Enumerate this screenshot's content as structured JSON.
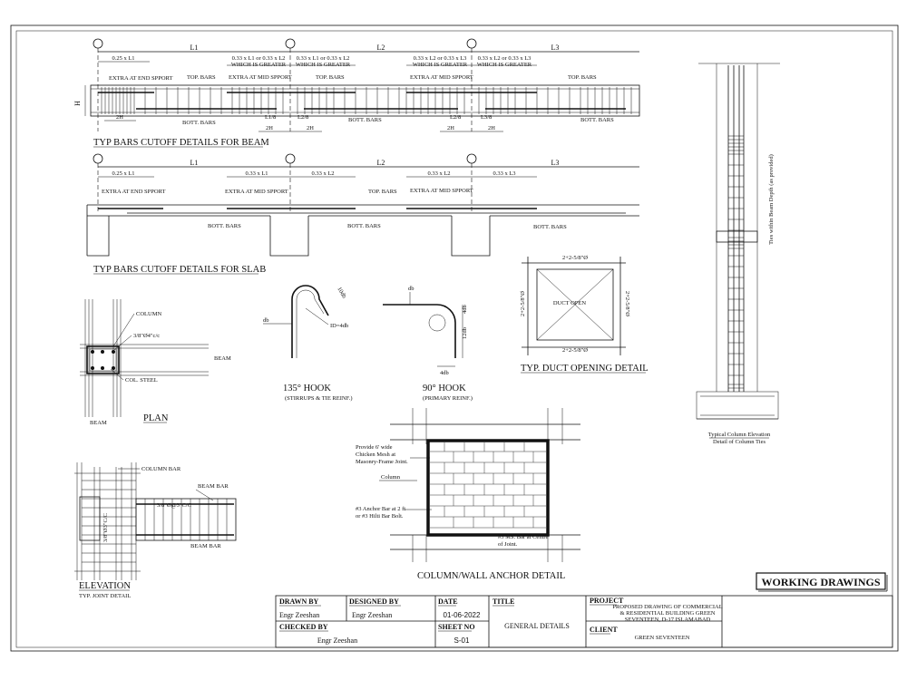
{
  "beam": {
    "spans": [
      "L1",
      "L2",
      "L3"
    ],
    "top_dims": [
      "0.25 x L1",
      "0.33 x L1 or 0.33 x L2",
      "WHICH IS GREATER",
      "0.33 x L1 or 0.33 x L2",
      "WHICH IS GREATER",
      "0.33 x L2 or 0.33 x L3",
      "WHICH IS GREATER",
      "0.33 x L2 or 0.33 x L3",
      "WHICH IS GREATER"
    ],
    "labels": {
      "extra_end": "EXTRA AT END SPPORT",
      "top_bars": "TOP. BARS",
      "extra_mid": "EXTRA AT MID SPPORT",
      "bott_bars": "BOTT. BARS",
      "h": "H"
    },
    "bottom_dims": {
      "two_h": "2H",
      "l1_8": "L1/8",
      "l2_8": "L2/8",
      "l3_8": "L3/8"
    },
    "title": "TYP BARS CUTOFF DETAILS FOR  BEAM"
  },
  "slab": {
    "dims": [
      "0.25 x L1",
      "0.33 x L1",
      "0.33 x L2",
      "0.33 x L2",
      "0.33 x L3"
    ],
    "title": "TYP BARS CUTOFF DETAILS FOR  SLAB"
  },
  "plan": {
    "column": "COLUMN",
    "ties": "3/8\"Ø4\"c/c",
    "beam": "BEAM",
    "col_steel": "COL. STEEL",
    "title": "PLAN"
  },
  "hook135": {
    "r": "10db",
    "d": "db",
    "id": "ID=4db",
    "title": "135° HOOK",
    "subtitle": "(STIRRUPS & TIE REINF.)"
  },
  "hook90": {
    "db": "db",
    "r": "4db",
    "ext": "12db",
    "title": "90° HOOK",
    "subtitle": "(PRIMARY REINF.)"
  },
  "duct": {
    "top": "2+2-5/8\"Ø",
    "bottom": "2+2-5/8\"Ø",
    "left": "2+2-5/8\"Ø",
    "right": "2+2-5/8\"Ø",
    "center": "DUCT OPEN",
    "title": "TYP. DUCT OPENING DETAIL"
  },
  "column_elev": {
    "side_note": "Ties within Beam Depth (as provided)",
    "title": "Typical Column Elevation",
    "subtitle": "Detail of Column Ties"
  },
  "elevation": {
    "column_bar": "COLUMN BAR",
    "beam_bar_top": "BEAM BAR",
    "ties": "3/8\"Ø@3\"C/C",
    "ties_vert": "3/8\"Ø3\"C/C",
    "beam_bar_bottom": "BEAM BAR",
    "title": "ELEVATION",
    "subtitle": "TYP. JOINT DETAIL"
  },
  "anchor": {
    "mesh_note": [
      "Provide 6' wide",
      "Chicken Mesh at",
      "Masonry-Frame Joint."
    ],
    "column": "Column",
    "anchor_note": [
      "#3 Anchor Bar at 2 ft",
      "or #3 Hilti Bar Bolt."
    ],
    "ms_note": [
      "#3 MS. Bar at Centre",
      "of Joint."
    ],
    "title": "COLUMN/WALL ANCHOR DETAIL"
  },
  "title_block": {
    "working": "WORKING DRAWINGS",
    "drawn_by_label": "DRAWN BY",
    "drawn_by": "Engr Zeeshan",
    "designed_by_label": "DESIGNED BY",
    "designed_by": "Engr Zeeshan",
    "date_label": "DATE",
    "date": "01-06-2022",
    "title_label": "TITLE",
    "title": "GENERAL DETAILS",
    "project_label": "PROJECT",
    "project": [
      "PROPOSED DRAWING OF COMMERCIAL",
      "& RESIDENTIAL BUILDING GREEN",
      "SEVENTEEN, D-17 ISLAMABAD"
    ],
    "checked_by_label": "CHECKED BY",
    "checked_by": "Engr Zeeshan",
    "sheet_label": "SHEET NO",
    "sheet": "S-01",
    "client_label": "CLIENT",
    "client": "GREEN SEVENTEEN"
  }
}
